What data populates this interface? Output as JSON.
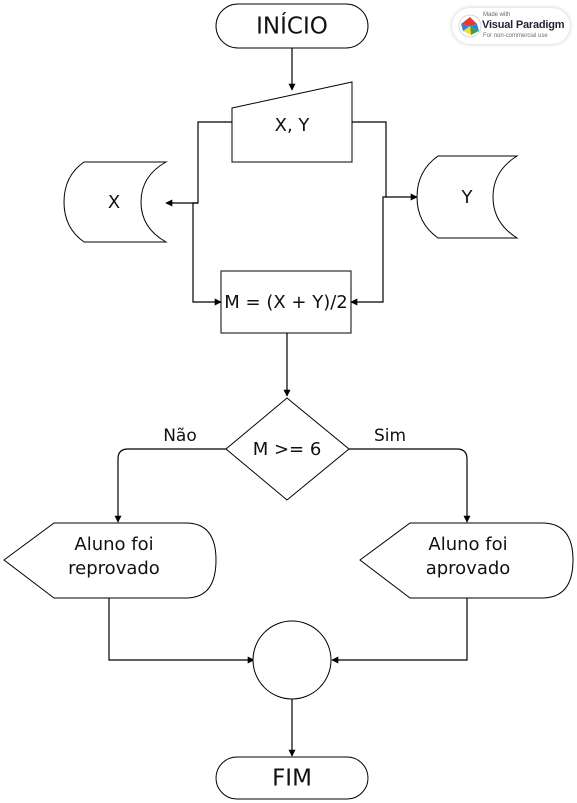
{
  "flowchart": {
    "start": "INÍCIO",
    "input_values": "X, Y",
    "display_x": "X",
    "display_y": "Y",
    "calculation": "M = (X + Y)/2",
    "decision": "M >= 6",
    "no_branch": "Não",
    "yes_branch": "Sim",
    "failed_result": {
      "line1": "Aluno foi",
      "line2": "reprovado"
    },
    "passed_result": {
      "line1": "Aluno foi",
      "line2": "aprovado"
    },
    "connector_point": "",
    "end": "FIM"
  },
  "watermark": {
    "made_with": "Made with",
    "brand": "Visual Paradigm",
    "note": "For non-commercial use",
    "icon": "visual-paradigm-icon"
  },
  "colors": {
    "line": "#000000",
    "shape_fill": "#ffffff",
    "text": "#111111",
    "watermark_red": "#e53935",
    "watermark_blue": "#1e88e5",
    "watermark_green": "#43a047",
    "watermark_yellow": "#fdd835"
  }
}
